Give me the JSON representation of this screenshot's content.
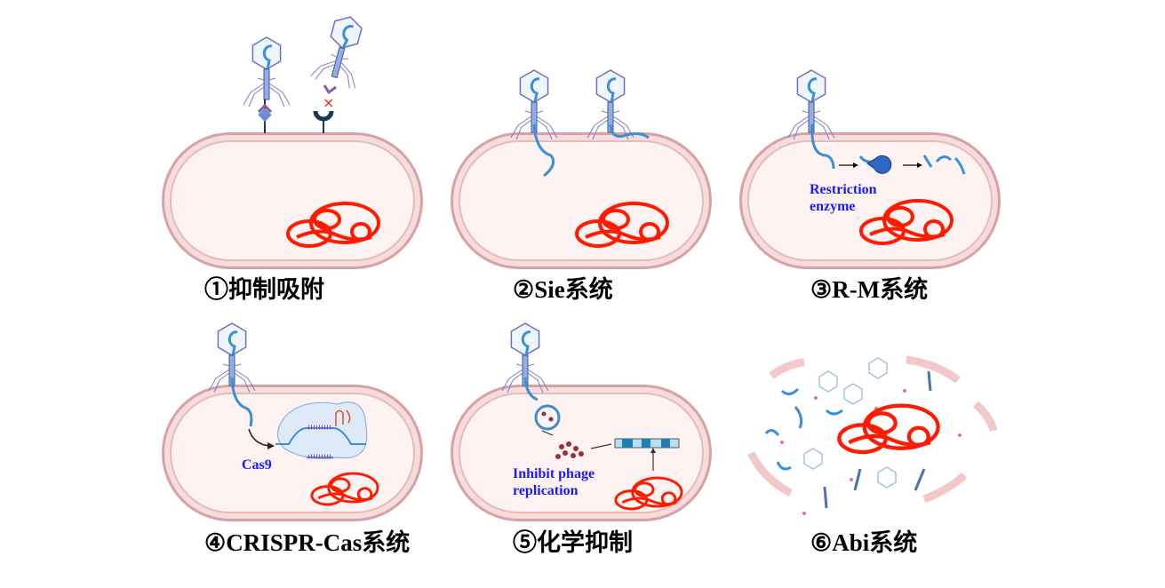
{
  "panels": [
    {
      "label": "①抑制吸附"
    },
    {
      "label": "②Sie系统"
    },
    {
      "label": "③R-M系统",
      "annotation_line1": "Restriction",
      "annotation_line2": "enzyme"
    },
    {
      "label": "④CRISPR-Cas系统",
      "annotation": "Cas9"
    },
    {
      "label": "⑤化学抑制",
      "annotation_line1": "Inhibit phage",
      "annotation_line2": "replication"
    },
    {
      "label": "⑥Abi系统"
    }
  ],
  "colors": {
    "cell_fill": "#fdf3f3",
    "cell_wall": "#d9a2a2",
    "dna": "#ff1a00",
    "phage_dna": "#3b8fd6",
    "text_blue": "#1a1aff"
  }
}
